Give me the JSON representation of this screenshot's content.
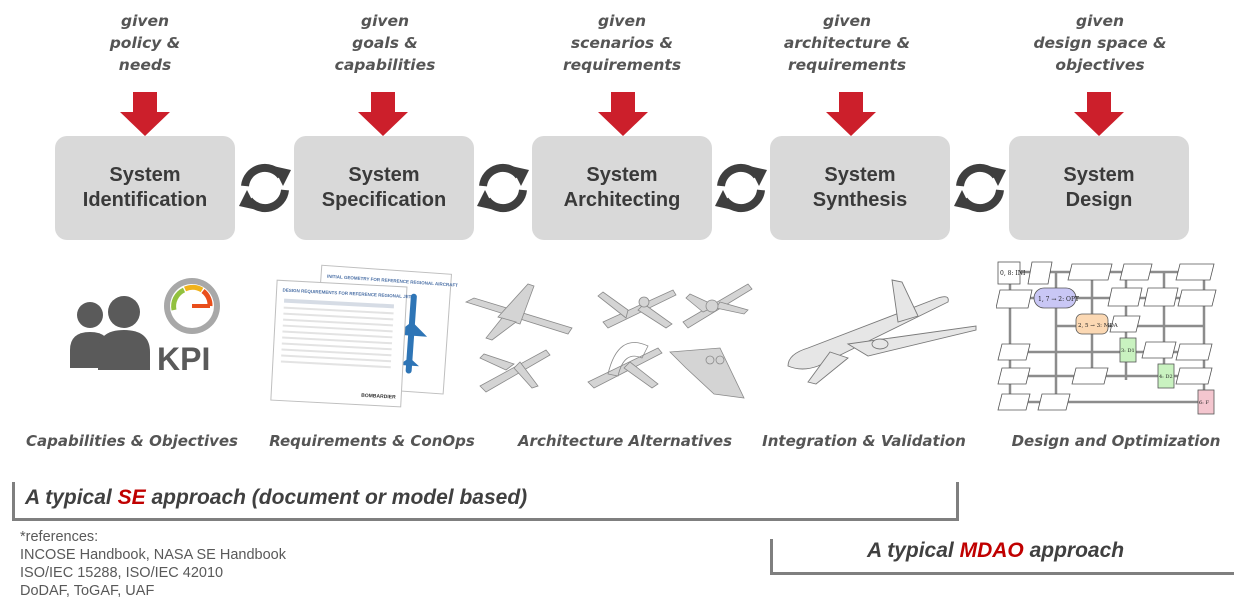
{
  "stages": [
    {
      "given": [
        "given",
        "policy &",
        "needs"
      ],
      "title": [
        "System",
        "Identification"
      ],
      "caption": "Capabilities & Objectives"
    },
    {
      "given": [
        "given",
        "goals &",
        "capabilities"
      ],
      "title": [
        "System",
        "Specification"
      ],
      "caption": "Requirements & ConOps"
    },
    {
      "given": [
        "given",
        "scenarios &",
        "requirements"
      ],
      "title": [
        "System",
        "Architecting"
      ],
      "caption": "Architecture Alternatives"
    },
    {
      "given": [
        "given",
        "architecture &",
        "requirements"
      ],
      "title": [
        "System",
        "Synthesis"
      ],
      "caption": "Integration & Validation"
    },
    {
      "given": [
        "given",
        "design space &",
        "objectives"
      ],
      "title": [
        "System",
        "Design"
      ],
      "caption": "Design and Optimization"
    }
  ],
  "kpi_label": "KPI",
  "doc": {
    "title": "DESIGN REQUIREMENTS FOR REFERENCE REGIONAL JET",
    "title2": "INITIAL GEOMETRY FOR REFERENCE REGIONAL AIRCRAFT",
    "logo": "BOMBARDIER"
  },
  "xdsm": {
    "opt": "1, 7 → 2: OPT",
    "mda": "2, 5 → 3: MDA",
    "ini": "0, 8: INI",
    "d1": "3: D1",
    "d2": "4: D2",
    "f": "6: F"
  },
  "se_approach": {
    "prefix": "A typical ",
    "highlight": "SE",
    "suffix": " approach (document or model based)"
  },
  "mdao_approach": {
    "prefix": "A typical ",
    "highlight": "MDAO",
    "suffix": " approach"
  },
  "references": {
    "label": "*references:",
    "lines": [
      "INCOSE Handbook, NASA SE Handbook",
      "ISO/IEC 15288, ISO/IEC 42010",
      "DoDAF, ToGAF, UAF"
    ]
  },
  "colors": {
    "arrow": "#cc1f2b",
    "box": "#d9d9d9",
    "cycle": "#3f3f3f",
    "accent": "#c00000",
    "bracket": "#7f7f7f"
  }
}
